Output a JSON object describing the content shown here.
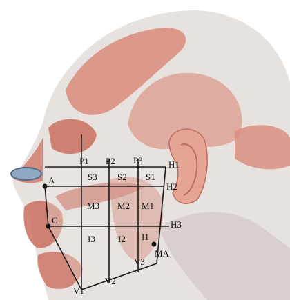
{
  "labels": {
    "P1": "P1",
    "P2": "P2",
    "P3": "P3",
    "H1": "H1",
    "H2": "H2",
    "H3": "H3",
    "A": "A",
    "C": "C",
    "MA": "MA",
    "V1": "V1",
    "V2": "V2",
    "V3": "V3",
    "S1": "S1",
    "S2": "S2",
    "S3": "S3",
    "M1": "M1",
    "M2": "M2",
    "M3": "M3",
    "I1": "I1",
    "I2": "I2",
    "I3": "I3"
  },
  "colors": {
    "background": "#ffffff",
    "skin": "#e8e2de",
    "muscle": "#d98b7c",
    "muscle_dark": "#b8584a",
    "grid_line": "#1a1a1a",
    "grid_fill": "#e9e4e0"
  }
}
